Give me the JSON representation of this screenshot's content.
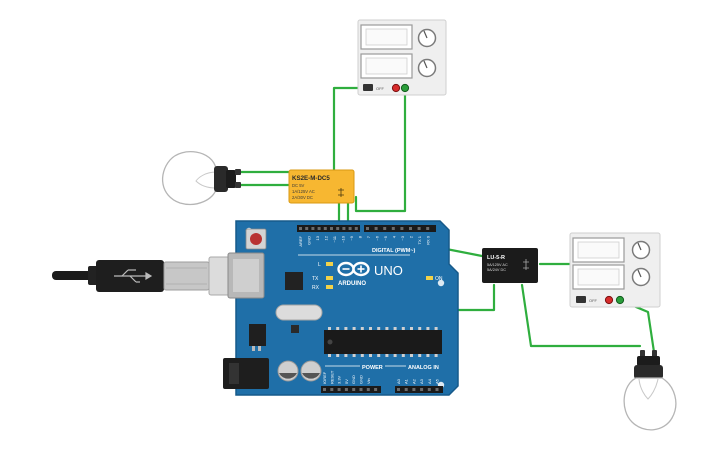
{
  "colors": {
    "wire": "#2fae3e",
    "board": "#1f6fa8",
    "board_dark": "#175a8a",
    "relay_orange": "#f7b731",
    "relay_black": "#1b1b1b",
    "psu_body": "#efefef",
    "terminal_red": "#d62b2b",
    "terminal_green": "#2a9d3a"
  },
  "relay1": {
    "model": "KS2E-M-DC5",
    "lines": [
      "DC 5V",
      "1A/125V AC",
      "2A/30V DC"
    ]
  },
  "relay2": {
    "model": "LU-5-R",
    "lines": [
      "5A/125V AC",
      "5A/24V DC"
    ]
  },
  "arduino": {
    "brand": "ARDUINO",
    "model": "UNO",
    "digital_label": "DIGITAL (PWM~)",
    "analog_label": "ANALOG IN",
    "power_label": "POWER",
    "on_label": "ON",
    "l_label": "L",
    "tx_label": "TX",
    "rx_label": "RX",
    "top_pins": [
      "AREF",
      "GND",
      "13",
      "12",
      "~11",
      "~10",
      "~9",
      "8",
      "7",
      "~6",
      "~5",
      "4",
      "~3",
      "2",
      "TX 1",
      "RX 0"
    ],
    "power_pins": [
      "IOREF",
      "RESET",
      "3.3V",
      "5V",
      "GND",
      "GND",
      "Vin"
    ],
    "analog_pins": [
      "A0",
      "A1",
      "A2",
      "A3",
      "A4",
      "A5"
    ]
  },
  "psu1": {
    "off_label": "OFF"
  },
  "psu2": {
    "off_label": "OFF"
  }
}
